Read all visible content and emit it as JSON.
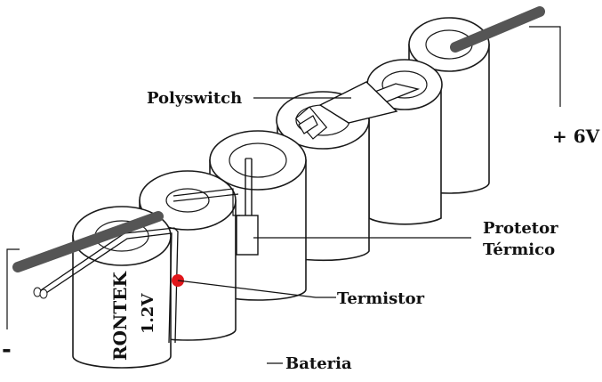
{
  "labels": {
    "polyswitch": "Polyswitch",
    "positive_terminal": "+ 6V",
    "thermal_protector_line1": "Protetor",
    "thermal_protector_line2": "Térmico",
    "thermistor": "Termistor",
    "battery": "Bateria",
    "negative_terminal": "-"
  },
  "cell_marking": {
    "brand": "RONTEK",
    "voltage": "1.2V"
  },
  "colors": {
    "thermistor": "#e0161b",
    "wire": "#555555"
  }
}
